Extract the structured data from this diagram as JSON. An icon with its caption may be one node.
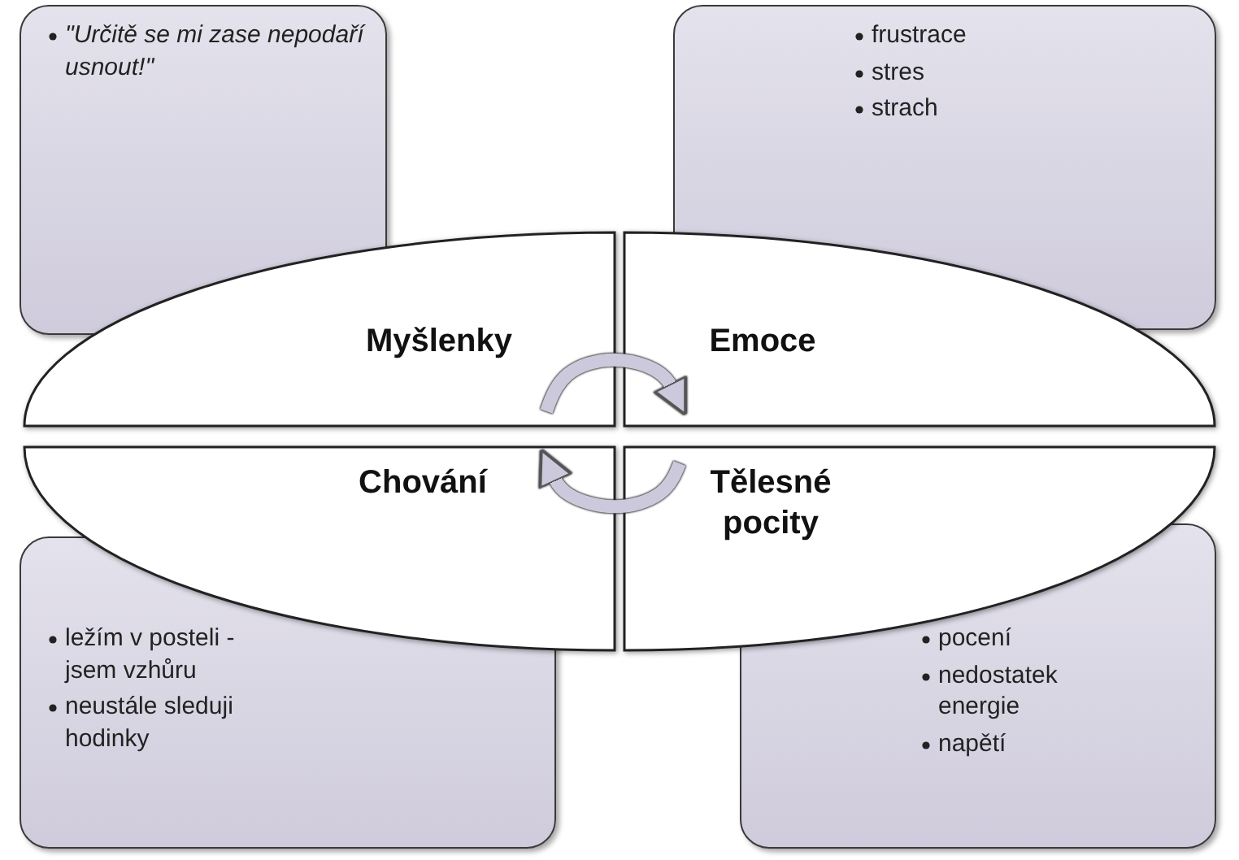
{
  "diagram": {
    "nodes": [
      {
        "text": [
          "\"Určitě se mi zase nepodaří usnout!\""
        ]
      },
      {
        "text": [
          "frustrace",
          "stres",
          "strach"
        ]
      },
      {
        "text": [
          "Myšlenky"
        ]
      },
      {
        "text": [
          "Emoce"
        ]
      },
      {
        "text": [
          "Chování"
        ]
      },
      {
        "text": [
          "Tělesné pocity"
        ]
      },
      {
        "text": [
          "ležím v posteli - jsem vzhůru",
          "neustále sleduji hodinky"
        ]
      },
      {
        "text": [
          "pocení",
          "nedostatek energie",
          "napětí"
        ]
      }
    ],
    "edges": [
      {
        "from": 2,
        "to": 3,
        "arrow": "to"
      },
      {
        "from": 5,
        "to": 4,
        "arrow": "to"
      }
    ]
  }
}
